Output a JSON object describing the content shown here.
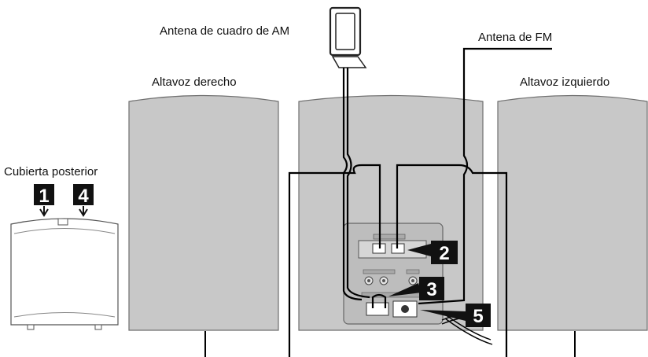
{
  "labels": {
    "am_antenna": "Antena de cuadro de AM",
    "fm_antenna": "Antena de FM",
    "right_speaker": "Altavoz derecho",
    "left_speaker": "Altavoz izquierdo",
    "back_cover": "Cubierta posterior"
  },
  "steps": {
    "s1": "1",
    "s2": "2",
    "s3": "3",
    "s4": "4",
    "s5": "5"
  },
  "colors": {
    "panel_fill": "#c8c8c8",
    "panel_stroke": "#6f6f6f",
    "cable": "#000000",
    "step_badge": "#111111"
  }
}
